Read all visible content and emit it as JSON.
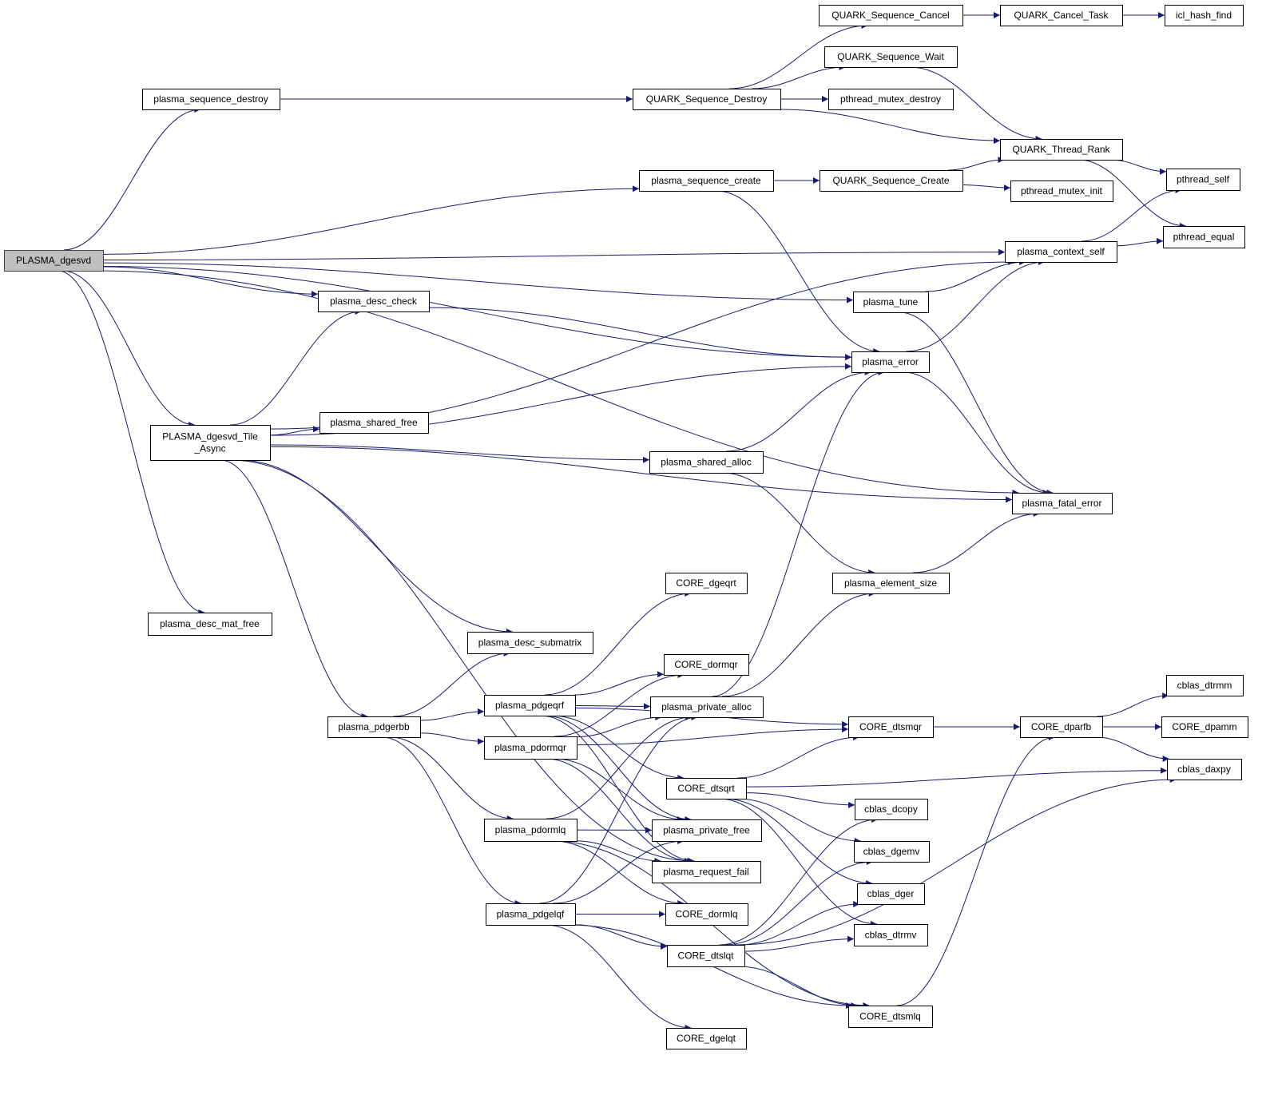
{
  "colors": {
    "edge": "#191970",
    "root_fill": "#bfbfbf",
    "node_fill": "#ffffff"
  },
  "nodes": {
    "dgesvd": "PLASMA_dgesvd",
    "seq_destroy": "plasma_sequence_destroy",
    "desc_check": "plasma_desc_check",
    "tile_async": [
      "PLASMA_dgesvd_Tile",
      "_Async"
    ],
    "desc_mat_free": "plasma_desc_mat_free",
    "shared_free": "plasma_shared_free",
    "q_seq_cancel": "QUARK_Sequence_Cancel",
    "q_cancel_task": "QUARK_Cancel_Task",
    "icl_hash_find": "icl_hash_find",
    "q_seq_wait": "QUARK_Sequence_Wait",
    "q_seq_destroy": "QUARK_Sequence_Destroy",
    "pt_mutex_destroy": "pthread_mutex_destroy",
    "q_thread_rank": "QUARK_Thread_Rank",
    "seq_create": "plasma_sequence_create",
    "q_seq_create": "QUARK_Sequence_Create",
    "pt_mutex_init": "pthread_mutex_init",
    "pt_self": "pthread_self",
    "pt_equal": "pthread_equal",
    "context_self": "plasma_context_self",
    "tune": "plasma_tune",
    "error": "plasma_error",
    "shared_alloc": "plasma_shared_alloc",
    "fatal_error": "plasma_fatal_error",
    "element_size": "plasma_element_size",
    "core_dgeqrt": "CORE_dgeqrt",
    "desc_submatrix": "plasma_desc_submatrix",
    "core_dormqr": "CORE_dormqr",
    "pdgeqrf": "plasma_pdgeqrf",
    "private_alloc": "plasma_private_alloc",
    "pdgerbb": "plasma_pdgerbb",
    "pdormqr": "plasma_pdormqr",
    "core_dtsmqr": "CORE_dtsmqr",
    "core_dparfb": "CORE_dparfb",
    "cblas_dtrmm": "cblas_dtrmm",
    "core_dpamm": "CORE_dpamm",
    "core_dtsqrt": "CORE_dtsqrt",
    "cblas_daxpy": "cblas_daxpy",
    "cblas_dcopy": "cblas_dcopy",
    "pdormlq": "plasma_pdormlq",
    "private_free": "plasma_private_free",
    "cblas_dgemv": "cblas_dgemv",
    "request_fail": "plasma_request_fail",
    "cblas_dger": "cblas_dger",
    "pdgelqf": "plasma_pdgelqf",
    "core_dormlq": "CORE_dormlq",
    "cblas_dtrmv": "cblas_dtrmv",
    "core_dtslqt": "CORE_dtslqt",
    "core_dtsmlq": "CORE_dtsmlq",
    "core_dgelqt": "CORE_dgelqt"
  },
  "edges": [
    [
      "dgesvd",
      "seq_destroy"
    ],
    [
      "dgesvd",
      "seq_create"
    ],
    [
      "dgesvd",
      "context_self"
    ],
    [
      "dgesvd",
      "tune"
    ],
    [
      "dgesvd",
      "error"
    ],
    [
      "dgesvd",
      "desc_check"
    ],
    [
      "dgesvd",
      "tile_async"
    ],
    [
      "dgesvd",
      "fatal_error"
    ],
    [
      "dgesvd",
      "desc_mat_free"
    ],
    [
      "seq_destroy",
      "q_seq_destroy"
    ],
    [
      "q_seq_destroy",
      "q_seq_cancel"
    ],
    [
      "q_seq_destroy",
      "q_seq_wait"
    ],
    [
      "q_seq_destroy",
      "pt_mutex_destroy"
    ],
    [
      "q_seq_destroy",
      "q_thread_rank"
    ],
    [
      "q_seq_cancel",
      "q_cancel_task"
    ],
    [
      "q_cancel_task",
      "icl_hash_find"
    ],
    [
      "q_seq_wait",
      "q_thread_rank"
    ],
    [
      "q_thread_rank",
      "pt_self"
    ],
    [
      "q_thread_rank",
      "pt_equal"
    ],
    [
      "seq_create",
      "q_seq_create"
    ],
    [
      "seq_create",
      "error"
    ],
    [
      "q_seq_create",
      "q_thread_rank"
    ],
    [
      "q_seq_create",
      "pt_mutex_init"
    ],
    [
      "context_self",
      "pt_self"
    ],
    [
      "context_self",
      "pt_equal"
    ],
    [
      "tune",
      "context_self"
    ],
    [
      "tune",
      "fatal_error"
    ],
    [
      "error",
      "context_self"
    ],
    [
      "error",
      "fatal_error"
    ],
    [
      "desc_check",
      "error"
    ],
    [
      "tile_async",
      "desc_check"
    ],
    [
      "tile_async",
      "context_self"
    ],
    [
      "tile_async",
      "error"
    ],
    [
      "tile_async",
      "shared_free"
    ],
    [
      "tile_async",
      "shared_alloc"
    ],
    [
      "tile_async",
      "fatal_error"
    ],
    [
      "tile_async",
      "desc_submatrix"
    ],
    [
      "tile_async",
      "pdgerbb"
    ],
    [
      "tile_async",
      "request_fail"
    ],
    [
      "shared_alloc",
      "error"
    ],
    [
      "shared_alloc",
      "element_size"
    ],
    [
      "element_size",
      "fatal_error"
    ],
    [
      "pdgerbb",
      "desc_submatrix"
    ],
    [
      "pdgerbb",
      "pdgeqrf"
    ],
    [
      "pdgerbb",
      "pdormqr"
    ],
    [
      "pdgerbb",
      "pdormlq"
    ],
    [
      "pdgerbb",
      "pdgelqf"
    ],
    [
      "pdgeqrf",
      "core_dgeqrt"
    ],
    [
      "pdgeqrf",
      "core_dtsmqr"
    ],
    [
      "pdgeqrf",
      "core_dormqr"
    ],
    [
      "pdgeqrf",
      "private_alloc"
    ],
    [
      "pdgeqrf",
      "core_dtsqrt"
    ],
    [
      "pdgeqrf",
      "private_free"
    ],
    [
      "pdgeqrf",
      "request_fail"
    ],
    [
      "private_alloc",
      "error"
    ],
    [
      "private_alloc",
      "element_size"
    ],
    [
      "pdormqr",
      "core_dormqr"
    ],
    [
      "pdormqr",
      "private_alloc"
    ],
    [
      "pdormqr",
      "core_dtsmqr"
    ],
    [
      "pdormqr",
      "private_free"
    ],
    [
      "pdormqr",
      "request_fail"
    ],
    [
      "pdormlq",
      "private_alloc"
    ],
    [
      "pdormlq",
      "private_free"
    ],
    [
      "pdormlq",
      "request_fail"
    ],
    [
      "pdormlq",
      "core_dormlq"
    ],
    [
      "pdormlq",
      "core_dtsmlq"
    ],
    [
      "pdgelqf",
      "private_alloc"
    ],
    [
      "pdgelqf",
      "private_free"
    ],
    [
      "pdgelqf",
      "core_dormlq"
    ],
    [
      "pdgelqf",
      "core_dtslqt"
    ],
    [
      "pdgelqf",
      "core_dgelqt"
    ],
    [
      "pdgelqf",
      "core_dtsmlq"
    ],
    [
      "core_dtsmqr",
      "core_dparfb"
    ],
    [
      "core_dparfb",
      "cblas_dtrmm"
    ],
    [
      "core_dparfb",
      "core_dpamm"
    ],
    [
      "core_dparfb",
      "cblas_daxpy"
    ],
    [
      "core_dtsqrt",
      "core_dtsmqr"
    ],
    [
      "core_dtsqrt",
      "cblas_daxpy"
    ],
    [
      "core_dtsqrt",
      "cblas_dcopy"
    ],
    [
      "core_dtsqrt",
      "cblas_dgemv"
    ],
    [
      "core_dtsqrt",
      "cblas_dger"
    ],
    [
      "core_dtsqrt",
      "cblas_dtrmv"
    ],
    [
      "core_dtslqt",
      "cblas_dcopy"
    ],
    [
      "core_dtslqt",
      "cblas_dgemv"
    ],
    [
      "core_dtslqt",
      "cblas_dger"
    ],
    [
      "core_dtslqt",
      "cblas_dtrmv"
    ],
    [
      "core_dtslqt",
      "cblas_daxpy"
    ],
    [
      "core_dtslqt",
      "core_dtsmlq"
    ],
    [
      "core_dtsmlq",
      "core_dparfb"
    ]
  ]
}
